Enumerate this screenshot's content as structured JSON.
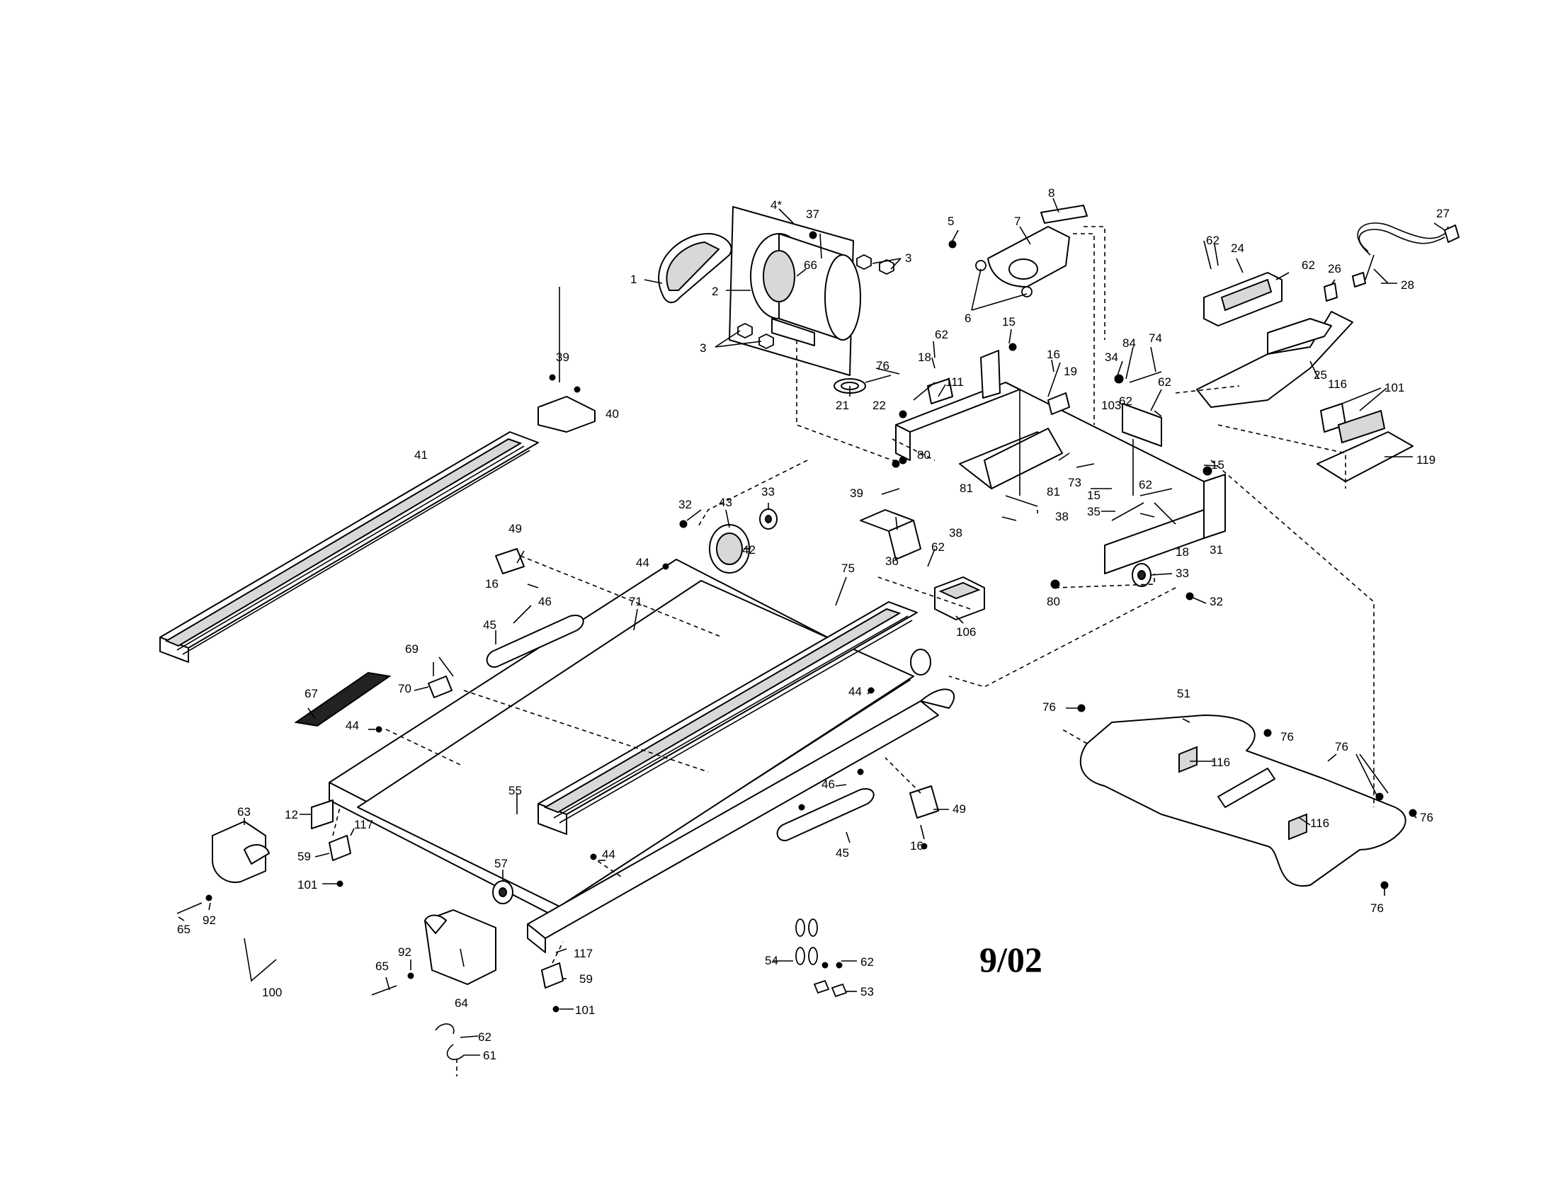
{
  "date_code": "9/02",
  "callouts": {
    "c1": "1",
    "c2": "2",
    "c3a": "3",
    "c3b": "3",
    "c4": "4*",
    "c5": "5",
    "c6": "6",
    "c7": "7",
    "c8": "8",
    "c12": "12",
    "c15a": "15",
    "c15b": "15",
    "c15c": "15",
    "c16a": "16",
    "c16b": "16",
    "c16c": "16",
    "c18a": "18",
    "c18b": "18",
    "c19": "19",
    "c21": "21",
    "c22": "22",
    "c24": "24",
    "c25": "25",
    "c26": "26",
    "c27": "27",
    "c28": "28",
    "c31": "31",
    "c32a": "32",
    "c32b": "32",
    "c33a": "33",
    "c33b": "33",
    "c34": "34",
    "c35": "35",
    "c36": "36",
    "c37": "37",
    "c38a": "38",
    "c38b": "38",
    "c39a": "39",
    "c39b": "39",
    "c40": "40",
    "c41": "41",
    "c42": "42",
    "c43": "43",
    "c44a": "44",
    "c44b": "44",
    "c44c": "44",
    "c44d": "44",
    "c45a": "45",
    "c45b": "45",
    "c46a": "46",
    "c46b": "46",
    "c49a": "49",
    "c49b": "49",
    "c51": "51",
    "c53": "53",
    "c54": "54",
    "c55": "55",
    "c57": "57",
    "c59a": "59",
    "c59b": "59",
    "c61": "61",
    "c62a": "62",
    "c62b": "62",
    "c62c": "62",
    "c62d": "62",
    "c62e": "62",
    "c62f": "62",
    "c62g": "62",
    "c62h": "62",
    "c62i": "62",
    "c63": "63",
    "c64": "64",
    "c65a": "65",
    "c65b": "65",
    "c66": "66",
    "c67": "67",
    "c69": "69",
    "c70": "70",
    "c71": "71",
    "c73": "73",
    "c74": "74",
    "c75": "75",
    "c76a": "76",
    "c76b": "76",
    "c76c": "76",
    "c76d": "76",
    "c76e": "76",
    "c76f": "76",
    "c80a": "80",
    "c80b": "80",
    "c81a": "81",
    "c81b": "81",
    "c84": "84",
    "c92a": "92",
    "c92b": "92",
    "c100": "100",
    "c101a": "101",
    "c101b": "101",
    "c101c": "101",
    "c103": "103",
    "c106": "106",
    "c111": "111",
    "c116a": "116",
    "c116b": "116",
    "c116c": "116",
    "c117a": "117",
    "c117b": "117",
    "c119": "119"
  }
}
